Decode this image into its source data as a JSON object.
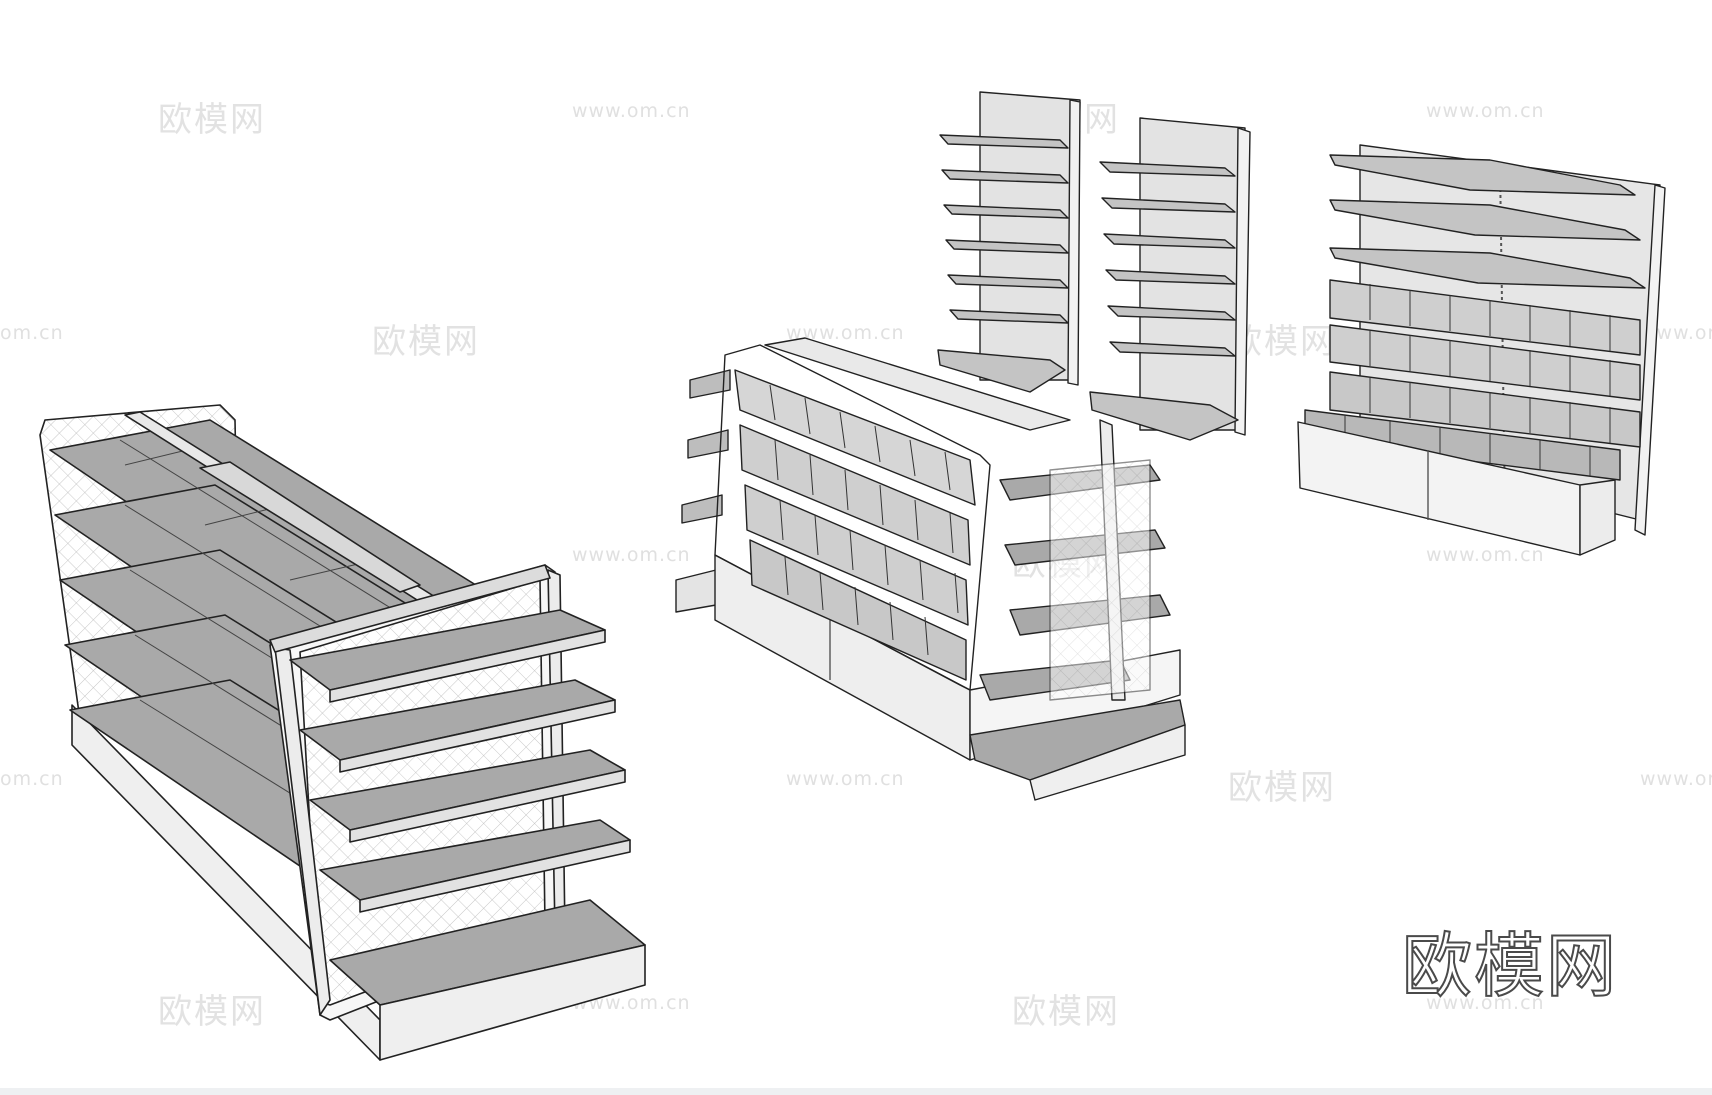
{
  "brand_logo_text": "欧模网",
  "watermark_cn": "欧模网",
  "watermark_url": "www.om.cn",
  "watermark_url_partial": "om.cn",
  "colors": {
    "background": "#ffffff",
    "shelf_fill": "#a9a9a9",
    "frame_fill": "#ececec",
    "line": "#222222",
    "mesh": "#b8b8b8",
    "watermark": "#dcdcdc"
  },
  "objects": [
    {
      "name": "double-sided-gondola-shelf"
    },
    {
      "name": "bulk-food-island-rack"
    },
    {
      "name": "wall-shelf-unit-1"
    },
    {
      "name": "wall-shelf-unit-2"
    },
    {
      "name": "bulk-bin-wall-rack"
    }
  ]
}
